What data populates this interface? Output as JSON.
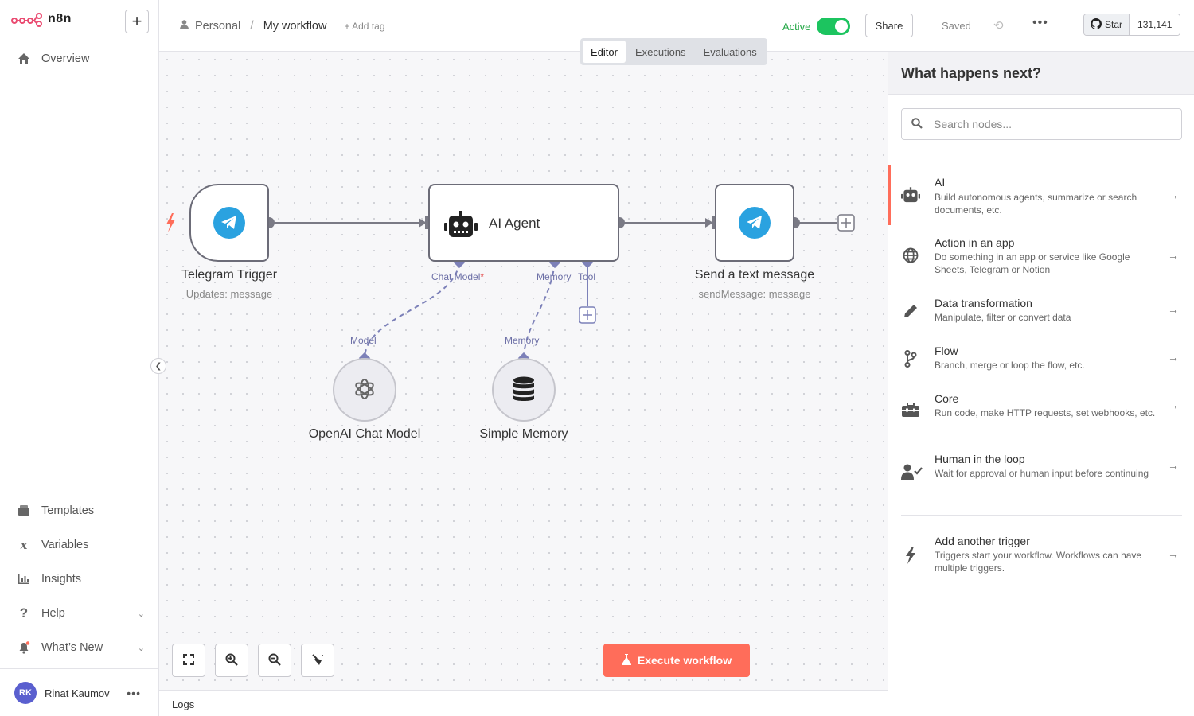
{
  "app": {
    "name": "n8n"
  },
  "sidebar": {
    "items": [
      {
        "label": "Overview",
        "icon": "home-icon"
      },
      {
        "label": "Templates",
        "icon": "box-icon"
      },
      {
        "label": "Variables",
        "icon": "variable-icon"
      },
      {
        "label": "Insights",
        "icon": "chart-icon"
      },
      {
        "label": "Help",
        "icon": "help-icon"
      },
      {
        "label": "What’s New",
        "icon": "bell-icon"
      }
    ],
    "user": {
      "initials": "RK",
      "name": "Rinat Kaumov"
    }
  },
  "header": {
    "breadcrumb_project": "Personal",
    "breadcrumb_separator": "/",
    "workflow_name": "My workflow",
    "add_tag": "+ Add tag",
    "active_label": "Active",
    "share_label": "Share",
    "saved_label": "Saved",
    "github_star": "Star",
    "github_count": "131,141"
  },
  "tabs": [
    {
      "label": "Editor",
      "selected": true
    },
    {
      "label": "Executions",
      "selected": false
    },
    {
      "label": "Evaluations",
      "selected": false
    }
  ],
  "canvas": {
    "nodes": {
      "telegram_trigger": {
        "title": "Telegram Trigger",
        "subtitle": "Updates: message"
      },
      "ai_agent": {
        "title": "AI Agent"
      },
      "send_message": {
        "title": "Send a text message",
        "subtitle": "sendMessage: message"
      },
      "openai_model": {
        "title": "OpenAI Chat Model"
      },
      "simple_memory": {
        "title": "Simple Memory"
      }
    },
    "ports": {
      "chat_model": "Chat Model",
      "required_mark": "*",
      "memory": "Memory",
      "tool": "Tool",
      "model_in": "Model",
      "memory_in": "Memory"
    },
    "execute_label": "Execute workflow"
  },
  "logs": {
    "label": "Logs"
  },
  "panel": {
    "title": "What happens next?",
    "search_placeholder": "Search nodes...",
    "categories": [
      {
        "title": "AI",
        "desc": "Build autonomous agents, summarize or search documents, etc.",
        "icon": "robot-icon"
      },
      {
        "title": "Action in an app",
        "desc": "Do something in an app or service like Google Sheets, Telegram or Notion",
        "icon": "globe-icon"
      },
      {
        "title": "Data transformation",
        "desc": "Manipulate, filter or convert data",
        "icon": "pen-icon"
      },
      {
        "title": "Flow",
        "desc": "Branch, merge or loop the flow, etc.",
        "icon": "branch-icon"
      },
      {
        "title": "Core",
        "desc": "Run code, make HTTP requests, set webhooks, etc.",
        "icon": "toolbox-icon"
      },
      {
        "title": "Human in the loop",
        "desc": "Wait for approval or human input before continuing",
        "icon": "user-check-icon"
      }
    ],
    "trigger": {
      "title": "Add another trigger",
      "desc": "Triggers start your workflow. Workflows can have multiple triggers.",
      "icon": "bolt-icon"
    }
  },
  "colors": {
    "accent": "#ff6d5a",
    "active": "#1cc45f",
    "telegram": "#2aa2e0",
    "port": "#7c80b8"
  }
}
